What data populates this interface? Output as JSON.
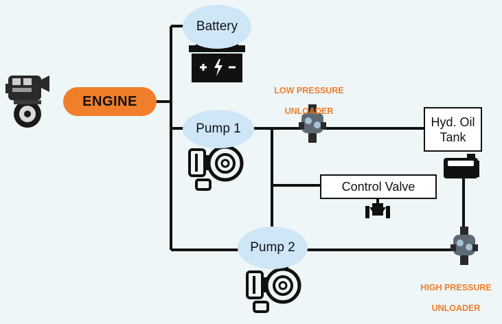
{
  "nodes": {
    "engine": "ENGINE",
    "battery": "Battery",
    "pump1": "Pump 1",
    "pump2": "Pump 2",
    "tank_line1": "Hyd. Oil",
    "tank_line2": "Tank",
    "control_valve": "Control Valve"
  },
  "labels": {
    "low_pressure_line1": "LOW PRESSURE",
    "low_pressure_line2": "UNLOADER",
    "high_pressure_line1": "HIGH PRESSURE",
    "high_pressure_line2": "UNLOADER"
  },
  "icons": [
    "engine-icon",
    "battery-icon",
    "pump-icon",
    "unloader-valve-icon",
    "gate-valve-icon",
    "oil-tank-icon"
  ],
  "colors": {
    "accent": "#f07e2a",
    "node_fill": "#cfe6f7",
    "line": "#111111",
    "background": "#eef6f8"
  }
}
